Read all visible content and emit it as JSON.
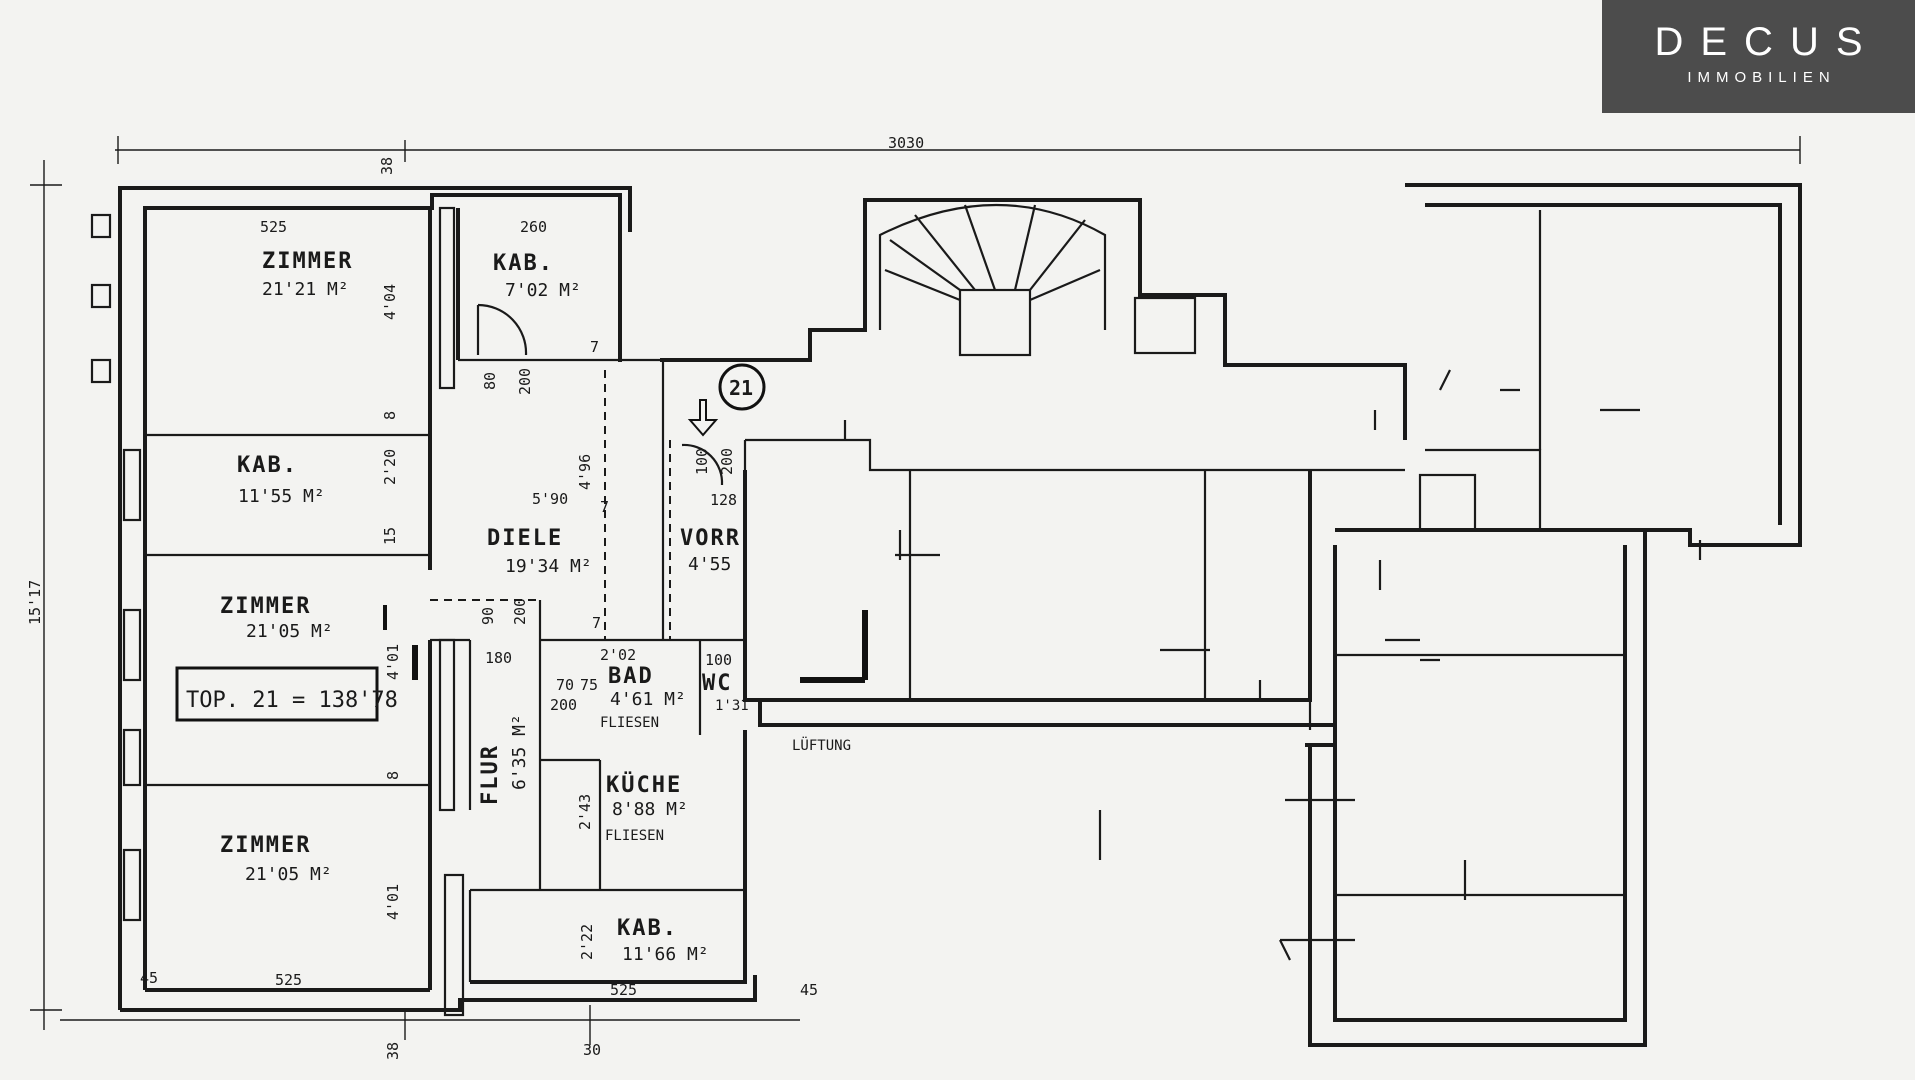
{
  "brand": {
    "name": "DECUS",
    "subtitle": "IMMOBILIEN"
  },
  "rooms": [
    {
      "name": "ZIMMER",
      "area": "21'21 M²"
    },
    {
      "name": "KAB.",
      "area": "7'02 M²"
    },
    {
      "name": "KAB.",
      "area": "11'55 M²"
    },
    {
      "name": "DIELE",
      "area": "19'34 M²"
    },
    {
      "name": "VORR",
      "area": "4'55"
    },
    {
      "name": "ZIMMER",
      "area": "21'05 M²"
    },
    {
      "name": "BAD",
      "area": "4'61 M²",
      "note": "FLIESEN"
    },
    {
      "name": "WC",
      "area": "1'31"
    },
    {
      "name": "FLUR",
      "area": "6'35 M²"
    },
    {
      "name": "KÜCHE",
      "area": "8'88 M²",
      "note": "FLIESEN"
    },
    {
      "name": "ZIMMER",
      "area": "21'05 M²"
    },
    {
      "name": "KAB.",
      "area": "11'66 M²"
    }
  ],
  "total_label": "TOP. 21 = 138'78",
  "unit_number": "21",
  "ventilation_label": "LÜFTUNG",
  "dimensions": {
    "overall_width": "3030",
    "overall_depth": "15'17",
    "top_offset": "38",
    "bottom_offset": "38",
    "bottom_mid": "30",
    "zimmer1_width": "525",
    "kab1_width": "260",
    "zimmer1_depth": "4'04",
    "kab2_depth": "2'20",
    "gap_a": "8",
    "gap_b": "15",
    "diele_width": "5'90",
    "diele_depth": "4'96",
    "diele_door_a": "80",
    "diele_door_b": "200",
    "door_c": "90",
    "door_d": "200",
    "vorr_a": "100",
    "vorr_b": "200",
    "vorr_w": "128",
    "gap_c": "7",
    "gap_d": "7",
    "gap_e": "7",
    "zimmer2_depth": "4'01",
    "gap_f": "8",
    "flur_w": "180",
    "bad_w": "2'02",
    "wc_w": "100",
    "bad_door_a": "70",
    "bad_door_b": "75",
    "bad_door_c": "200",
    "kueche_a": "2'43",
    "zimmer3_depth": "4'01",
    "kab3_depth": "2'22",
    "bottom_left": "45",
    "zimmer3_width": "525",
    "kab3_width": "525",
    "bottom_right": "45"
  }
}
